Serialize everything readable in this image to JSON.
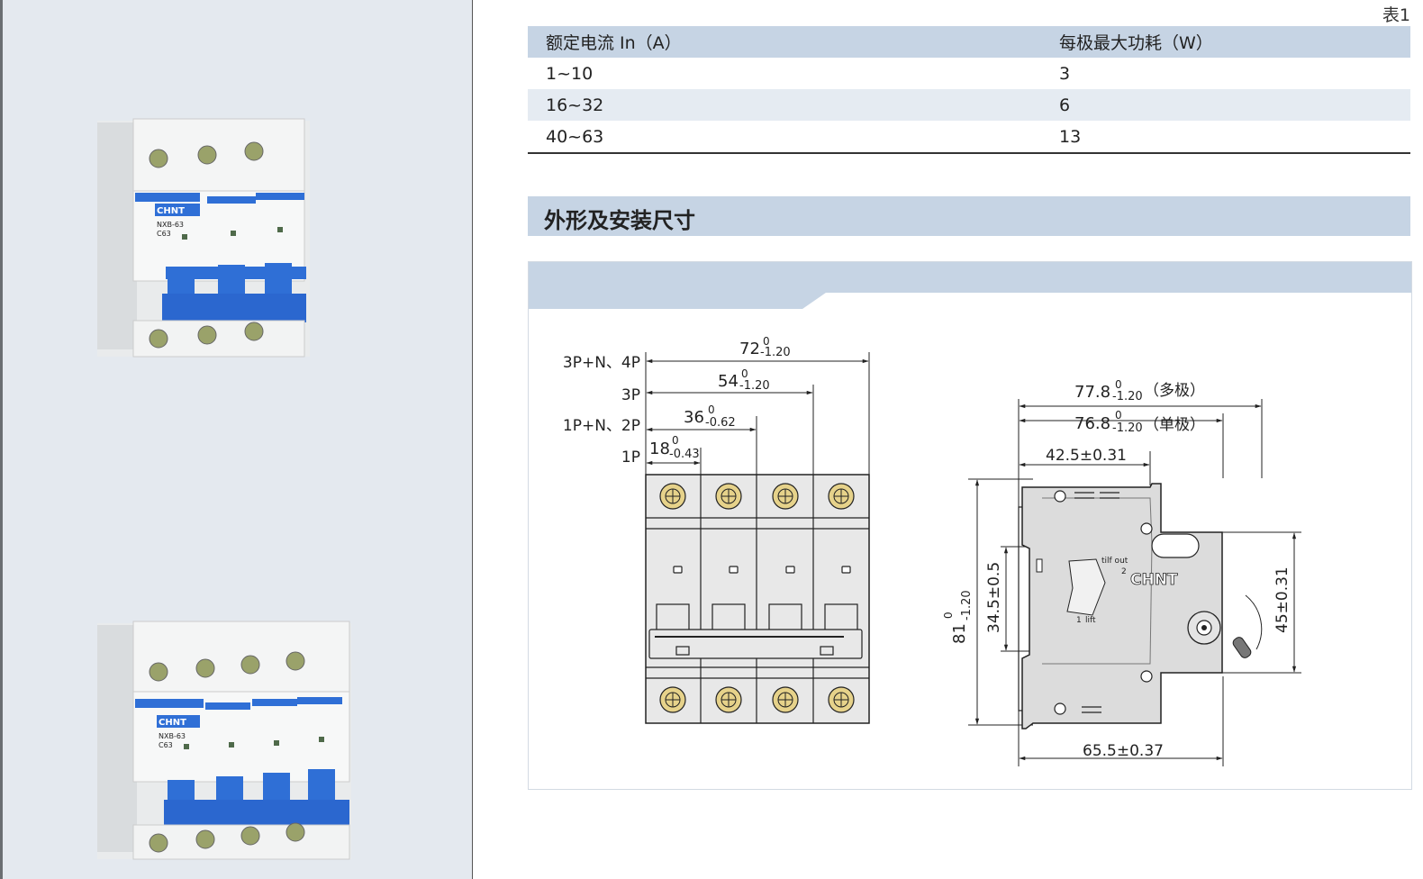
{
  "table": {
    "number_label": "表1",
    "headers": [
      "额定电流 In（A）",
      "每极最大功耗（W）"
    ],
    "rows": [
      [
        "1~10",
        "3"
      ],
      [
        "16~32",
        "6"
      ],
      [
        "40~63",
        "13"
      ]
    ]
  },
  "section": {
    "title": "外形及安装尺寸"
  },
  "product_photos": [
    {
      "brand": "CHNT",
      "model": "NXB-63",
      "rating": "C63"
    },
    {
      "brand": "CHNT",
      "model": "NXB-63",
      "rating": "C63"
    }
  ],
  "front_view": {
    "pole_labels": [
      "3P+N、4P",
      "3P",
      "1P+N、2P",
      "1P"
    ],
    "dim_72": "72",
    "tol_72_upper": "0",
    "tol_72_lower": "-1.20",
    "dim_54": "54",
    "tol_54_upper": "0",
    "tol_54_lower": "-1.20",
    "dim_36": "36",
    "tol_36_upper": "0",
    "tol_36_lower": "-0.62",
    "dim_18": "18",
    "tol_18_upper": "0",
    "tol_18_lower": "-0.43"
  },
  "side_view": {
    "dim_778": "77.8",
    "tol_778_upper": "0",
    "tol_778_lower": "-1.20",
    "note_multi": "（多极）",
    "dim_768": "76.8",
    "tol_768_upper": "0",
    "tol_768_lower": "-1.20",
    "note_single": "（单极）",
    "dim_425": "42.5±0.31",
    "dim_81": "81",
    "tol_81_upper": "0",
    "tol_81_lower": "-1.20",
    "dim_345": "34.5±0.5",
    "dim_45": "45±0.31",
    "dim_655": "65.5±0.37",
    "brand_label": "CHNT",
    "tilt_out": "tilf out",
    "lift": "lift",
    "step1": "1",
    "step2": "2"
  },
  "colors": {
    "header_blue": "#c6d4e4",
    "row_alt": "#e5ebf2",
    "handle_blue": "#2f6fd6",
    "left_panel": "#e4e9ef"
  }
}
